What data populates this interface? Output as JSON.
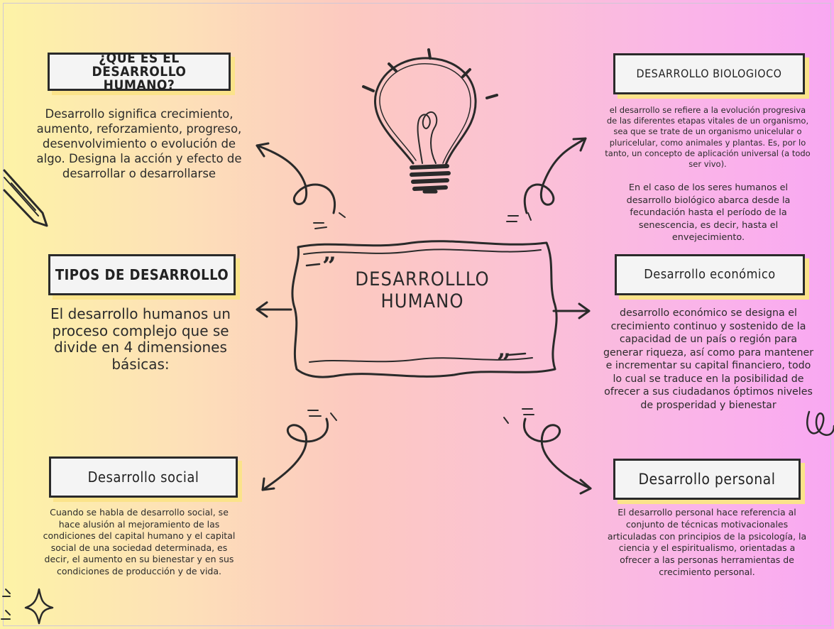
{
  "center": {
    "title": "DESARROLLLO HUMANO"
  },
  "nodes": {
    "que_es": {
      "heading": "¿QUE ES EL DESARROLLO HUMANO?",
      "text": "Desarrollo significa crecimiento, aumento, reforzamiento, progreso, desenvolvimiento o evolución de algo. Designa la acción y efecto de desarrollar o desarrollarse"
    },
    "tipos": {
      "heading": "TIPOS DE DESARROLLO",
      "text": "El desarrollo humanos un proceso complejo que se divide en 4 dimensiones básicas:"
    },
    "social": {
      "heading": "Desarrollo social",
      "text": "Cuando se habla de desarrollo social, se hace alusión al mejoramiento de las condiciones del capital humano y el capital social de una sociedad determinada, es decir, el aumento en su bienestar y en sus condiciones de producción y de vida."
    },
    "biologico": {
      "heading": "DESARROLLO BIOLOGIOCO",
      "text1": "el desarrollo se refiere a la evolución progresiva de las diferentes etapas vitales de un organismo, sea que se trate de un organismo unicelular o pluricelular, como animales y plantas. Es, por lo tanto, un concepto de aplicación universal (a todo ser vivo).",
      "text2": "En el caso de los seres humanos el desarrollo biológico abarca desde la fecundación hasta el período de la senescencia, es decir, hasta el envejecimiento."
    },
    "economico": {
      "heading": "Desarrollo económico",
      "text": "desarrollo económico se designa el crecimiento continuo y sostenido de la capacidad de un país o región para generar riqueza, así como para mantener e incrementar su capital financiero, todo lo cual se traduce en la posibilidad de ofrecer a sus ciudadanos óptimos niveles de prosperidad y bienestar"
    },
    "personal": {
      "heading": "Desarrollo personal",
      "text": "El desarrollo personal hace referencia al conjunto de técnicas motivacionales articuladas con principios de la psicología, la ciencia y el espiritualismo, orientadas a ofrecer a las personas herramientas de crecimiento personal."
    }
  },
  "icons": [
    "lightbulb-icon",
    "pencil-icon",
    "sparkle-icon"
  ],
  "colors": {
    "ink": "#2a2a2a",
    "box_fill": "#f4f4f4",
    "box_shadow": "#fbe38a"
  }
}
